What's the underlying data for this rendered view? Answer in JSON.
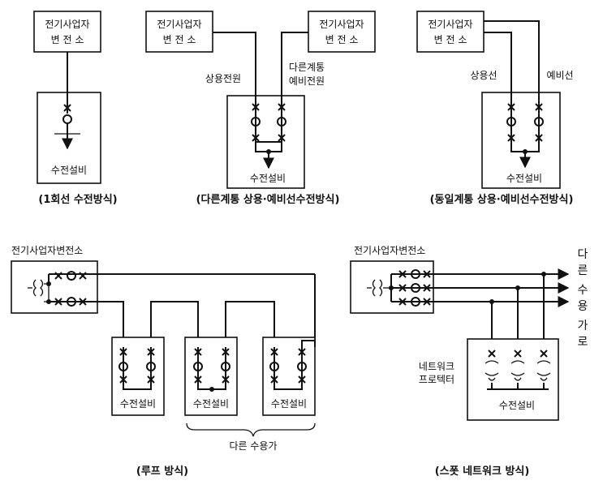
{
  "labels": {
    "substation_line1": "전기사업자",
    "substation_line2": "변 전 소",
    "substation_full": "전기사업자변전소",
    "facility": "수전설비",
    "commercial_power": "상용전원",
    "other_system_line1": "다른계통",
    "other_system_line2": "예비전원",
    "commercial_line": "상용선",
    "backup_line": "예비선",
    "other_consumers": "다른 수용가",
    "network_protector_line1": "네트워크",
    "network_protector_line2": "프로텍터",
    "other_consumers_vertical": [
      "다",
      "른",
      "수",
      "용",
      "가",
      "로"
    ]
  },
  "captions": {
    "single_line": "(1회선 수전방식)",
    "different_system": "(다른계통 상용·예비선수전방식)",
    "same_system": "(동일계통 상용·예비선수전방식)",
    "loop": "(루프 방식)",
    "spot_network": "(스폿 네트워크 방식)"
  }
}
